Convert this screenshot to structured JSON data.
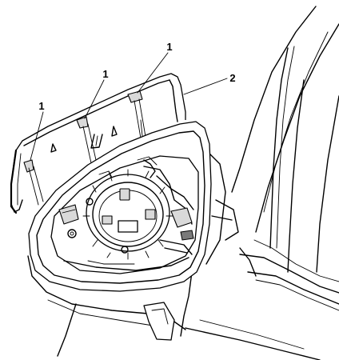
{
  "callouts": [
    {
      "label": "1"
    },
    {
      "label": "1"
    },
    {
      "label": "1"
    },
    {
      "label": "2"
    }
  ]
}
